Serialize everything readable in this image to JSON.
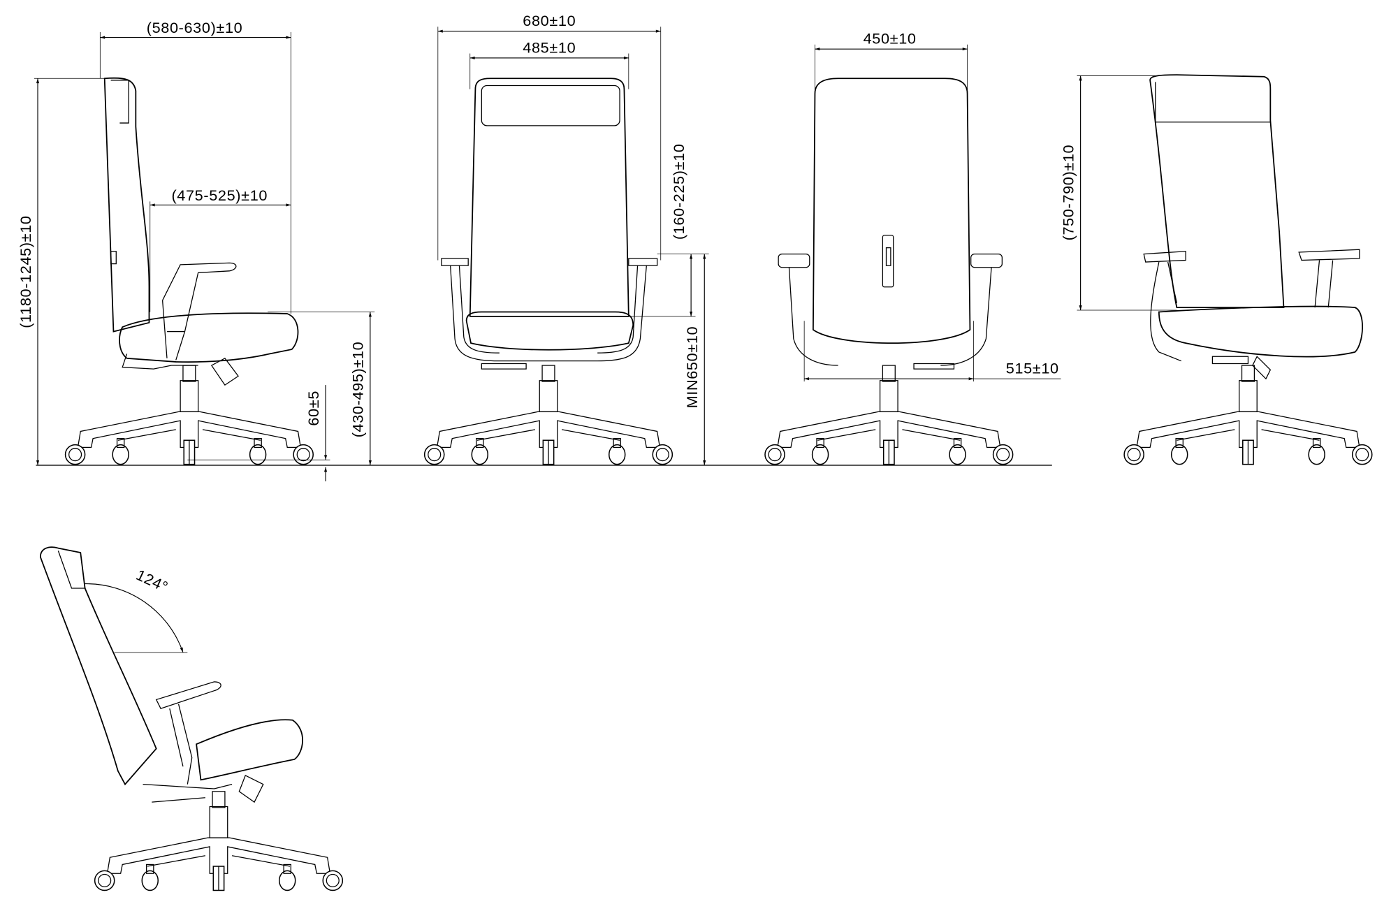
{
  "title": "Office chair dimension drawing",
  "dimensions": {
    "side_left": {
      "overall_depth": "(580-630)±10",
      "seat_depth": "(475-525)±10",
      "overall_height": "(1180-1245)±10",
      "caster_height": "60±5",
      "seat_height": "(430-495)±10"
    },
    "front": {
      "overall_width": "680±10",
      "inner_width": "485±10",
      "armrest_height": "(160-225)±10",
      "armrest_floor_height": "MIN650±10"
    },
    "back": {
      "back_width": "450±10",
      "seat_width": "515±10"
    },
    "side_right": {
      "back_height": "(750-790)±10"
    },
    "reclined": {
      "recline_angle": "124°"
    }
  },
  "colors": {
    "line": "#000000",
    "background": "#ffffff"
  }
}
